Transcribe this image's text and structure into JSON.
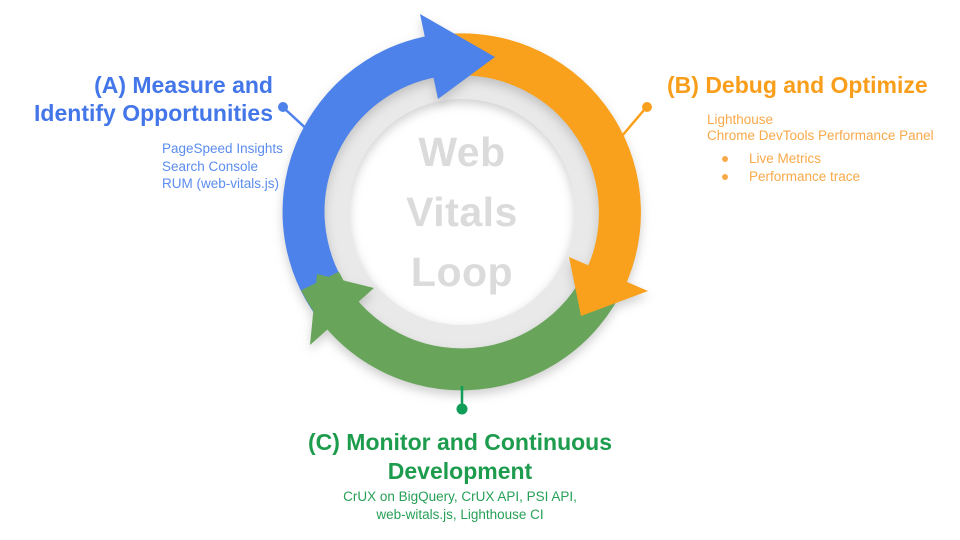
{
  "diagram": {
    "center": {
      "line1": "Web",
      "line2": "Vitals",
      "line3": "Loop"
    },
    "colors": {
      "blue": "#4C82E9",
      "orange": "#F9A11C",
      "green": "#68A55B",
      "green_dark": "#0F9D58",
      "gray_ring": "#E9E9E9"
    },
    "section_a": {
      "heading_line1": "(A) Measure and",
      "heading_line2": "Identify Opportunities",
      "items": [
        "PageSpeed Insights",
        "Search Console",
        "RUM (web-vitals.js)"
      ]
    },
    "section_b": {
      "heading": "(B) Debug and Optimize",
      "items": [
        "Lighthouse",
        "Chrome DevTools Performance Panel"
      ],
      "bullets": [
        "Live Metrics",
        "Performance trace"
      ]
    },
    "section_c": {
      "heading_line1": "(C) Monitor and Continuous",
      "heading_line2": "Development",
      "items": [
        "CrUX on BigQuery, CrUX API, PSI API,",
        "web-witals.js, Lighthouse CI"
      ]
    }
  }
}
